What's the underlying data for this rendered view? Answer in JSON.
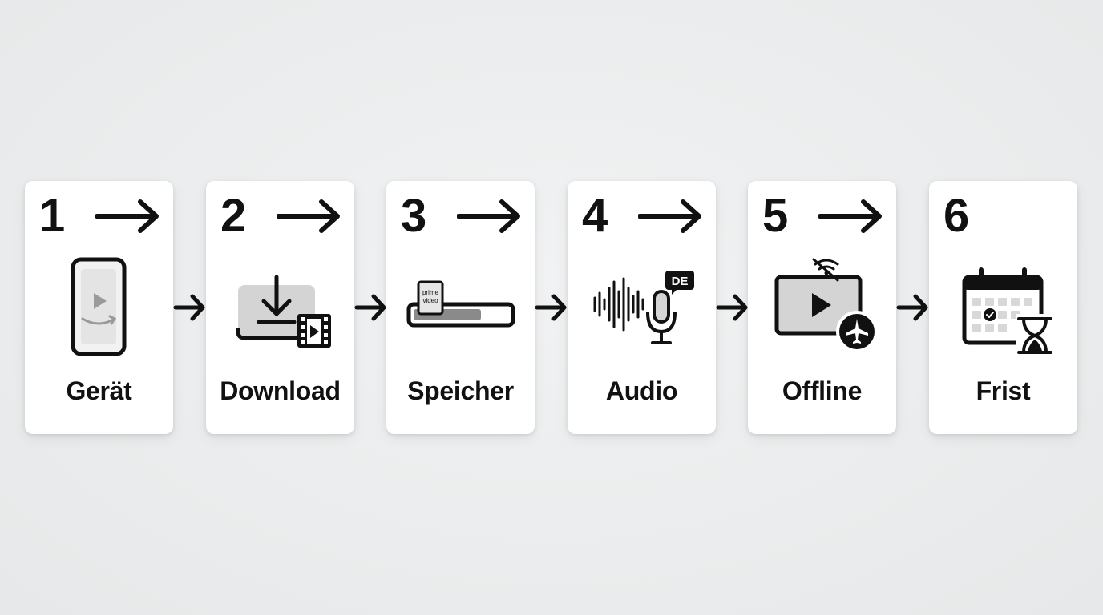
{
  "steps": [
    {
      "number": "1",
      "label": "Gerät",
      "icon": "smartphone-play-icon"
    },
    {
      "number": "2",
      "label": "Download",
      "icon": "download-video-icon"
    },
    {
      "number": "3",
      "label": "Speicher",
      "icon": "storage-bar-icon"
    },
    {
      "number": "4",
      "label": "Audio",
      "icon": "microphone-soundwave-icon"
    },
    {
      "number": "5",
      "label": "Offline",
      "icon": "offline-airplane-icon"
    },
    {
      "number": "6",
      "label": "Frist",
      "icon": "calendar-hourglass-icon"
    }
  ],
  "icon_text": {
    "storage_card": "prime\nvideo",
    "audio_badge": "DE"
  },
  "colors": {
    "background": "#eceeef",
    "card": "#ffffff",
    "ink": "#111111",
    "icon_fill": "#d4d4d4"
  }
}
